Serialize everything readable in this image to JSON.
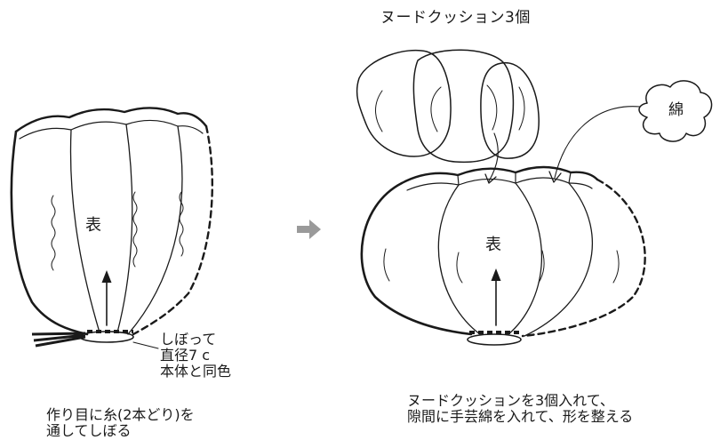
{
  "left": {
    "body_label": "表",
    "cinch_label": [
      "しぼって",
      "直径7 c",
      "本体と同色"
    ],
    "note": [
      "作り目に糸(2本どり)を",
      "通してしぼる"
    ]
  },
  "right": {
    "cushion_label": "ヌードクッション3個",
    "cotton_label": "綿",
    "body_label": "表",
    "note": [
      "ヌードクッションを3個入れて、",
      "隙間に手芸綿を入れて、形を整える"
    ]
  },
  "colors": {
    "line": "#1a1a1a",
    "arrow": "#9a9a9a"
  }
}
